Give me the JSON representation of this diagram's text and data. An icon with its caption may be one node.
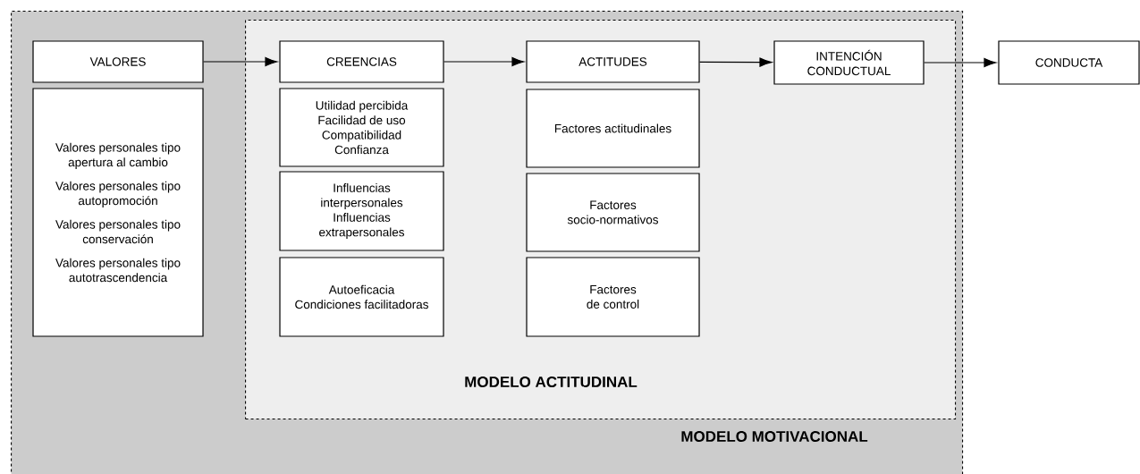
{
  "diagram": {
    "nodes": [
      {
        "text": [
          "MODELO MOTIVACIONAL"
        ]
      },
      {
        "text": [
          "MODELO ACTITUDINAL"
        ],
        "in": 0
      },
      {
        "text": [
          "VALORES"
        ],
        "in": 0
      },
      {
        "text": [
          "Valores personales tipo apertura al cambio",
          "Valores personales tipo autopromoción",
          "Valores personales tipo conservación",
          "Valores personales tipo autotrascendencia"
        ],
        "in": 0
      },
      {
        "text": [
          "CREENCIAS"
        ],
        "in": 1
      },
      {
        "text": [
          "Utilidad percibida",
          "Facilidad de uso",
          "Compatibilidad",
          "Confianza"
        ],
        "in": 1
      },
      {
        "text": [
          "Influencias interpersonales",
          "Influencias extrapersonales"
        ],
        "in": 1
      },
      {
        "text": [
          "Autoeficacia",
          "Condiciones facilitadoras"
        ],
        "in": 1
      },
      {
        "text": [
          "ACTITUDES"
        ],
        "in": 1
      },
      {
        "text": [
          "Factores actitudinales"
        ],
        "in": 1
      },
      {
        "text": [
          "Factores socio-normativos"
        ],
        "in": 1
      },
      {
        "text": [
          "Factores de control"
        ],
        "in": 1
      },
      {
        "text": [
          "INTENCIÓN CONDUCTUAL"
        ],
        "in": 1
      },
      {
        "text": [
          "CONDUCTA"
        ]
      }
    ],
    "edges": [
      {
        "from": 2,
        "to": 4,
        "arrow": "to"
      },
      {
        "from": 4,
        "to": 8,
        "arrow": "to"
      },
      {
        "from": 8,
        "to": 12,
        "arrow": "to"
      },
      {
        "from": 12,
        "to": 13,
        "arrow": "to"
      }
    ]
  }
}
